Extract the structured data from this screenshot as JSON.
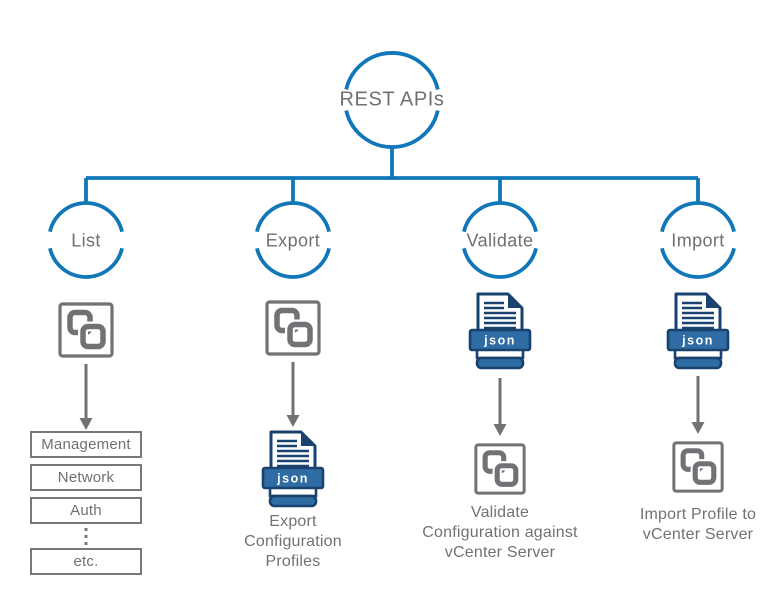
{
  "diagram": {
    "root_label": "REST APIs",
    "json_badge": "json",
    "branches": [
      {
        "label": "List",
        "items": [
          "Management",
          "Network",
          "Auth",
          "etc."
        ]
      },
      {
        "label": "Export",
        "caption_lines": [
          "Export",
          "Configuration",
          "Profiles"
        ]
      },
      {
        "label": "Validate",
        "caption_lines": [
          "Validate",
          "Configuration against",
          "vCenter Server"
        ]
      },
      {
        "label": "Import",
        "caption_lines": [
          "Import Profile to",
          "vCenter Server"
        ]
      }
    ],
    "colors": {
      "line_blue": "#1177b8",
      "text_gray": "#6e7073",
      "icon_gray": "#717276",
      "navy": "#1a426e",
      "ribbon_blue": "#2e6ca3"
    }
  }
}
